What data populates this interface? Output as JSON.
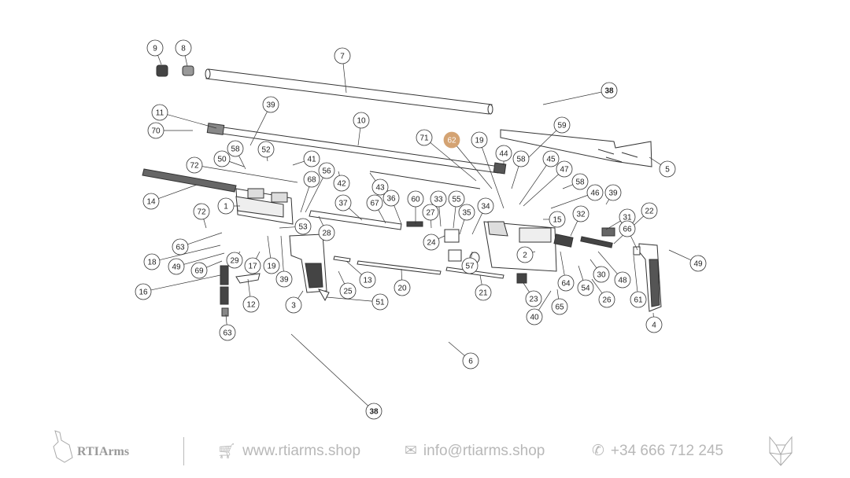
{
  "diagram": {
    "title": "Exploded parts diagram",
    "highlight_color": "#d4a373",
    "callouts": [
      "9",
      "8",
      "7",
      "38",
      "11",
      "39",
      "10",
      "70",
      "71",
      "62",
      "19",
      "59",
      "44",
      "58",
      "52",
      "50",
      "41",
      "58",
      "45",
      "47",
      "5",
      "72",
      "56",
      "68",
      "42",
      "43",
      "58",
      "46",
      "39",
      "14",
      "36",
      "60",
      "33",
      "55",
      "37",
      "67",
      "1",
      "72",
      "27",
      "35",
      "34",
      "22",
      "31",
      "32",
      "15",
      "53",
      "28",
      "66",
      "63",
      "24",
      "2",
      "49",
      "18",
      "49",
      "29",
      "17",
      "19",
      "57",
      "69",
      "30",
      "48",
      "64",
      "54",
      "39",
      "13",
      "20",
      "21",
      "16",
      "25",
      "23",
      "26",
      "61",
      "12",
      "3",
      "51",
      "65",
      "40",
      "4",
      "63",
      "6",
      "38"
    ],
    "highlighted_callout": "62"
  },
  "footer": {
    "brand": "RTIArms",
    "website": "www.rtiarms.shop",
    "email": "info@rtiarms.shop",
    "phone": "+34 666 712 245",
    "icons": [
      "cart-icon",
      "mail-icon",
      "whatsapp-icon",
      "wolf-logo-icon"
    ]
  }
}
